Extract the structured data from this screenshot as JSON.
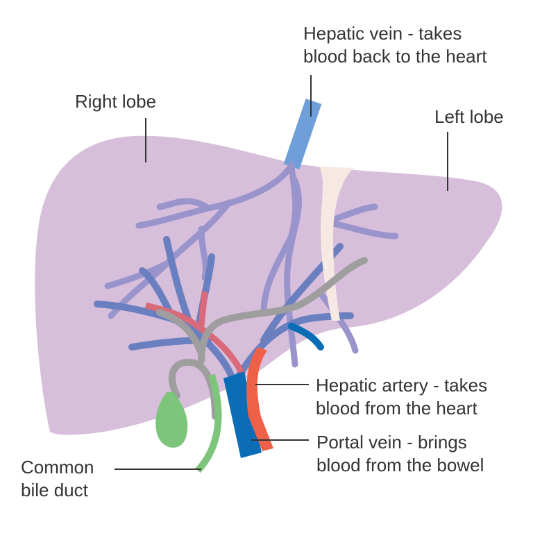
{
  "labels": {
    "hepatic_vein": [
      "Hepatic vein - takes",
      "blood back to the heart"
    ],
    "right_lobe": [
      "Right lobe"
    ],
    "left_lobe": [
      "Left lobe"
    ],
    "hepatic_artery": [
      "Hepatic artery - takes",
      "blood from the heart"
    ],
    "portal_vein": [
      "Portal vein - brings",
      "blood from the bowel"
    ],
    "common_bile_duct": [
      "Common",
      "bile duct"
    ]
  },
  "colors": {
    "liver": "#d7bedb",
    "hepatic_vein": "#6e9fd8",
    "inner_vessels": "#9a94cc",
    "portal_vein": "#0b6db6",
    "portal_branches": "#6a7fc0",
    "hepatic_artery": "#ee6148",
    "bile_duct": "#9e9e9e",
    "gallbladder": "#7ec57c",
    "ligament": "#f6e9e3",
    "leader": "#333333"
  }
}
